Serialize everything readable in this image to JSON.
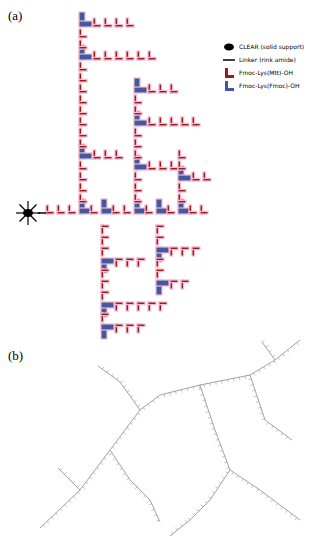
{
  "diagram": {
    "labels": [
      "(a)",
      "(b)"
    ],
    "legend": [
      {
        "text": "CLEAR (solid support)"
      },
      {
        "text": "Linker (rink amide)"
      },
      {
        "text": "Fmoc-Lys(Mtt)-OH",
        "color": "#9b1c1c"
      },
      {
        "text": "Fmoc-Lys(Fmoc)-OH",
        "color": "#3f5aa0"
      }
    ]
  }
}
